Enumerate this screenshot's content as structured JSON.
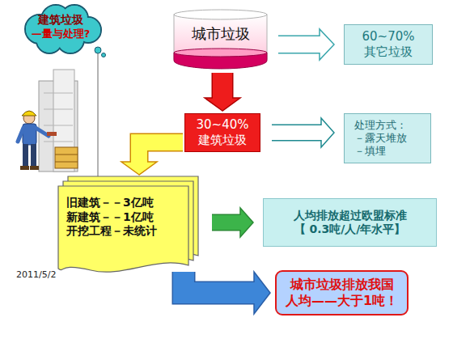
{
  "diagram": {
    "nodes": [
      {
        "text": [
          "建筑垃圾",
          "—量与处理?"
        ]
      },
      {
        "text": [
          "城市垃圾"
        ]
      },
      {
        "text": [
          "60~70% 其它垃圾"
        ]
      },
      {
        "text": [
          "30~40% 建筑垃圾"
        ]
      },
      {
        "text": [
          "处理方式：",
          "－露天堆放",
          "－填埋"
        ]
      },
      {
        "text": [
          "旧建筑－－3亿吨",
          "新建筑－－1亿吨",
          "开挖工程－未统计"
        ]
      },
      {
        "text": [
          "人均排放超过欧盟标准",
          "【 0.3吨/人/年水平】"
        ]
      },
      {
        "text": [
          "城市垃圾排放我国 人均——大于1吨！"
        ]
      }
    ],
    "edges": [
      {
        "from": 1,
        "to": 2,
        "arrow": "to"
      },
      {
        "from": 1,
        "to": 3,
        "arrow": "to"
      },
      {
        "from": 3,
        "to": 4,
        "arrow": "to"
      },
      {
        "from": 3,
        "to": 5,
        "arrow": "to"
      },
      {
        "from": 5,
        "to": 6,
        "arrow": "to"
      },
      {
        "from": 5,
        "to": 7,
        "arrow": "to"
      }
    ],
    "labels": [
      "2011/5/2"
    ]
  }
}
